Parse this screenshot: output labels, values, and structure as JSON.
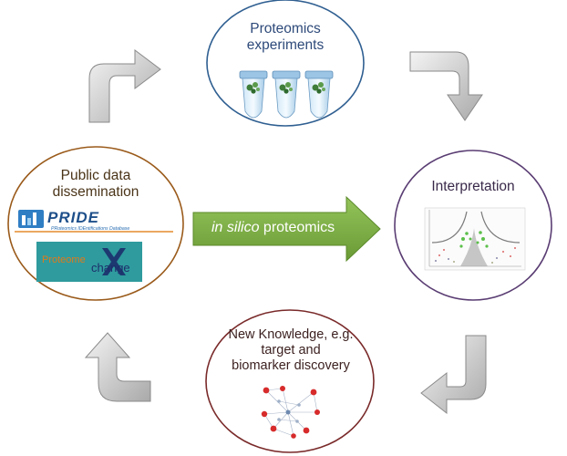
{
  "nodes": {
    "experiments": {
      "line1": "Proteomics",
      "line2": "experiments"
    },
    "interpretation": {
      "label": "Interpretation"
    },
    "knowledge": {
      "line1": "New Knowledge, e.g.",
      "line2": "target and",
      "line3": "biomarker discovery"
    },
    "public": {
      "line1": "Public data",
      "line2": "dissemination"
    }
  },
  "center_arrow": {
    "italic": "in silico",
    "rest": " proteomics"
  },
  "logos": {
    "pride": {
      "title": "PRIDE",
      "subtitle": "PRoteomics IDEntifications Database"
    },
    "proteomexchange": {
      "part1": "Proteome",
      "part2": "change"
    }
  },
  "colors": {
    "experiments_border": "#2f5f91",
    "interpretation_border": "#5a3d73",
    "knowledge_border": "#7a2a2a",
    "public_border": "#9a5a1a",
    "center_arrow": "#7aa840",
    "grey_arrow": "#bdbdbd"
  },
  "icons": [
    "tube-icon",
    "volcano-plot-icon",
    "network-icon",
    "pride-logo",
    "proteomexchange-logo"
  ]
}
